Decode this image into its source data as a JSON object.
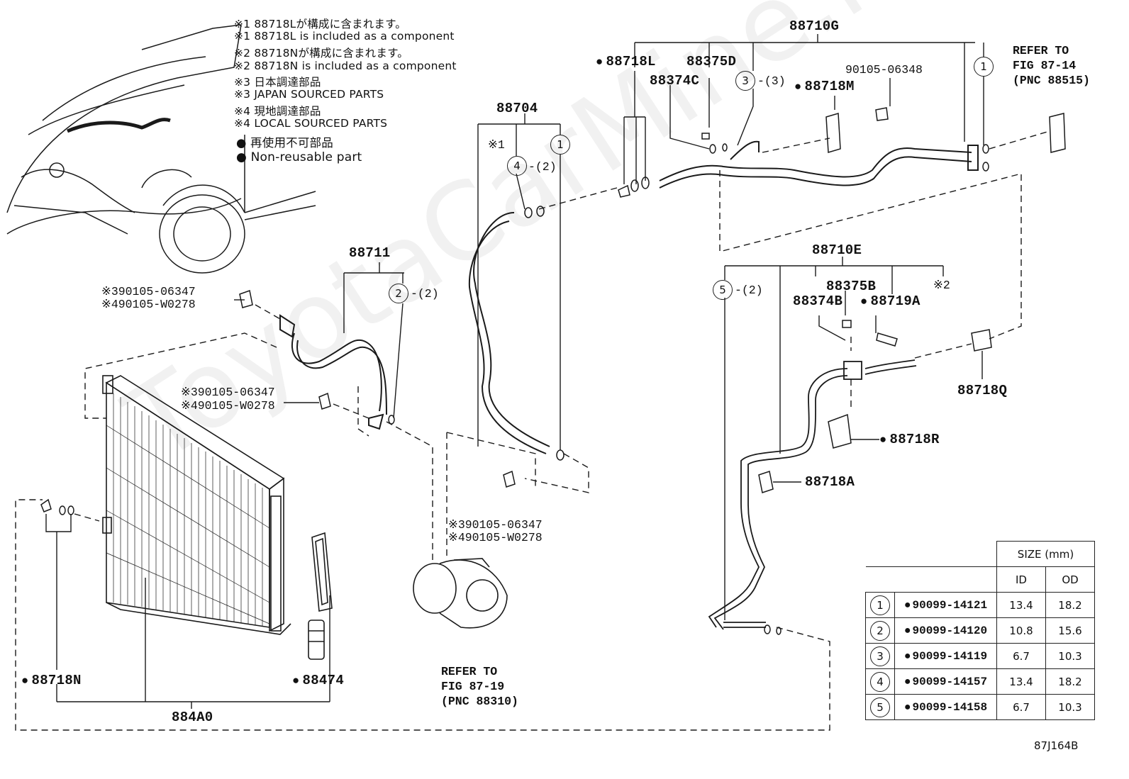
{
  "watermark": "ToyotaCarMine.ru",
  "figure_code": "87J164B",
  "notes": [
    "※1 88718Lが構成に含まれます。",
    "※1 88718L is included as a component",
    "※2 88718Nが構成に含まれます。",
    "※2 88718N is included as a component",
    "※3 日本調達部品",
    "※3 JAPAN SOURCED PARTS",
    "※4 現地調達部品",
    "※4 LOCAL SOURCED PARTS",
    "● 再使用不可部品",
    "● Non-reusable part"
  ],
  "labels": {
    "p88710G": "88710G",
    "p88718L": "88718L",
    "p88375D": "88375D",
    "p88374C": "88374C",
    "p88718M": "88718M",
    "p90105_06348": "90105-06348",
    "ref_8514_l1": "REFER TO",
    "ref_8514_l2": "FIG 87-14",
    "ref_8514_l3": "(PNC 88515)",
    "p88704": "88704",
    "p88711": "88711",
    "bolt1_a": "※390105-06347",
    "bolt1_b": "※490105-W0278",
    "bolt2_a": "※390105-06347",
    "bolt2_b": "※490105-W0278",
    "bolt3_a": "※390105-06347",
    "bolt3_b": "※490105-W0278",
    "p88710E": "88710E",
    "p88375B": "88375B",
    "p88374B": "88374B",
    "p88719A": "88719A",
    "p88718Q": "88718Q",
    "p88718R": "88718R",
    "p88718A": "88718A",
    "p88718N": "88718N",
    "p88474": "88474",
    "p884A0": "884A0",
    "ref_8310_l1": "REFER TO",
    "ref_8310_l2": "FIG 87-19",
    "ref_8310_l3": "(PNC 88310)",
    "mark1": "※1",
    "mark2": "※2",
    "c1a": "1",
    "c1b": "1",
    "c1c": "1",
    "c2": "2",
    "c3": "3",
    "c4": "4",
    "c5": "5",
    "q2": "-(2)",
    "q3": "-(3)",
    "q4": "-(2)",
    "q5": "-(2)"
  },
  "size_table": {
    "title": "SIZE (mm)",
    "col_id": "ID",
    "col_od": "OD",
    "rows": [
      {
        "n": "1",
        "part": "90099-14121",
        "id": "13.4",
        "od": "18.2"
      },
      {
        "n": "2",
        "part": "90099-14120",
        "id": "10.8",
        "od": "15.6"
      },
      {
        "n": "3",
        "part": "90099-14119",
        "id": "6.7",
        "od": "10.3"
      },
      {
        "n": "4",
        "part": "90099-14157",
        "id": "13.4",
        "od": "18.2"
      },
      {
        "n": "5",
        "part": "90099-14158",
        "id": "6.7",
        "od": "10.3"
      }
    ]
  }
}
